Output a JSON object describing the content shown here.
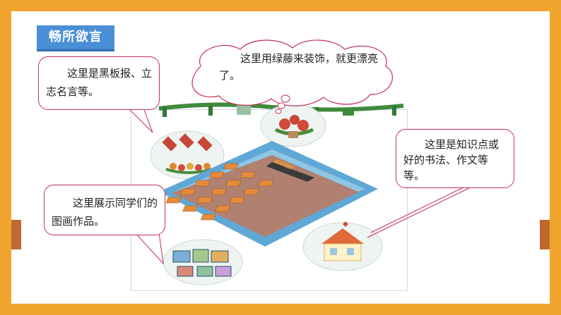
{
  "title": "畅所欲言",
  "bubbles": {
    "blackboard": "这里是黑板报、立志名言等。",
    "plants": "这里用绿藤来装饰，就更漂亮了。",
    "calligraphy": "这里是知识点或好的书法、作文等等。",
    "artwork": "这里展示同学们的图画作品。"
  },
  "colors": {
    "frame": "#f2a52e",
    "accent_band": "#c0692e",
    "title_bg": "#4b8fd6",
    "bubble_border": "#c33055",
    "classroom_wall": "#5fa8d6",
    "floor": "#b08070",
    "desk": "#e58b3a"
  }
}
